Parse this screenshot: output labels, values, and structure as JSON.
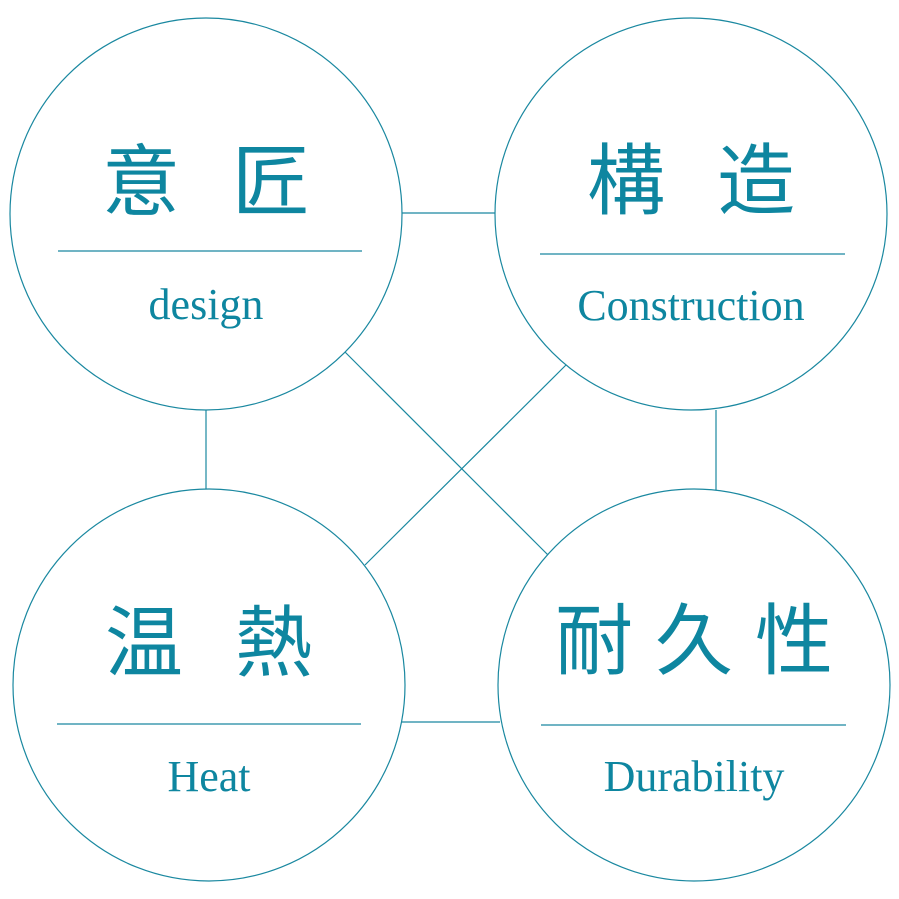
{
  "colors": {
    "accent": "#0e86a0"
  },
  "nodes": [
    {
      "kanji": "意匠",
      "label": "design"
    },
    {
      "kanji": "構造",
      "label": "Construction"
    },
    {
      "kanji": "温熱",
      "label": "Heat"
    },
    {
      "kanji": "耐久性",
      "label": "Durability"
    }
  ]
}
